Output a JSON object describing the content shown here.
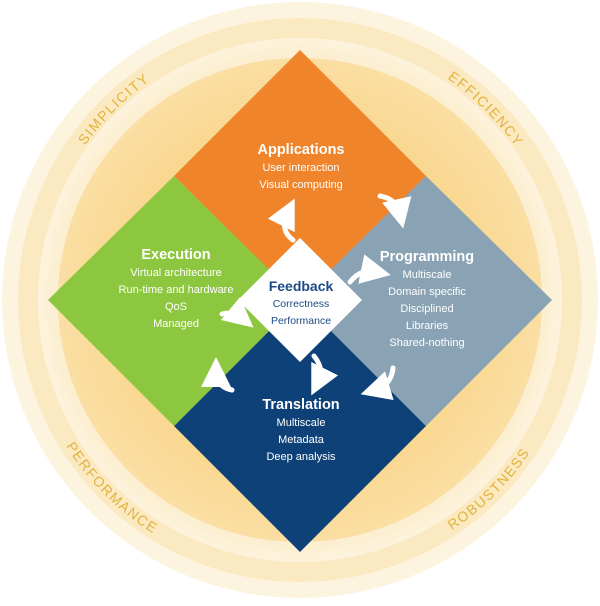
{
  "ring_labels": {
    "top_left": "SIMPLICITY",
    "top_right": "EFFICIENCY",
    "bottom_left": "PERFORMANCE",
    "bottom_right": "ROBUSTNESS"
  },
  "quadrants": {
    "applications": {
      "title": "Applications",
      "items": [
        "User interaction",
        "Visual computing"
      ],
      "color": "#f0842b"
    },
    "programming": {
      "title": "Programming",
      "items": [
        "Multiscale",
        "Domain specific",
        "Disciplined",
        "Libraries",
        "Shared-nothing"
      ],
      "color": "#8aa3b4"
    },
    "translation": {
      "title": "Translation",
      "items": [
        "Multiscale",
        "Metadata",
        "Deep analysis"
      ],
      "color": "#0f4179"
    },
    "execution": {
      "title": "Execution",
      "items": [
        "Virtual architecture",
        "Run-time and hardware",
        "QoS",
        "Managed"
      ],
      "color": "#8dc63f"
    }
  },
  "center": {
    "title": "Feedback",
    "items": [
      "Correctness",
      "Performance"
    ]
  },
  "colors": {
    "ring_outer": "#fdf1d6",
    "ring_mid": "#fbe4b0",
    "ring_inner": "#f9d690",
    "ring_label": "#e2b23c",
    "feedback_text": "#1d4a86"
  }
}
